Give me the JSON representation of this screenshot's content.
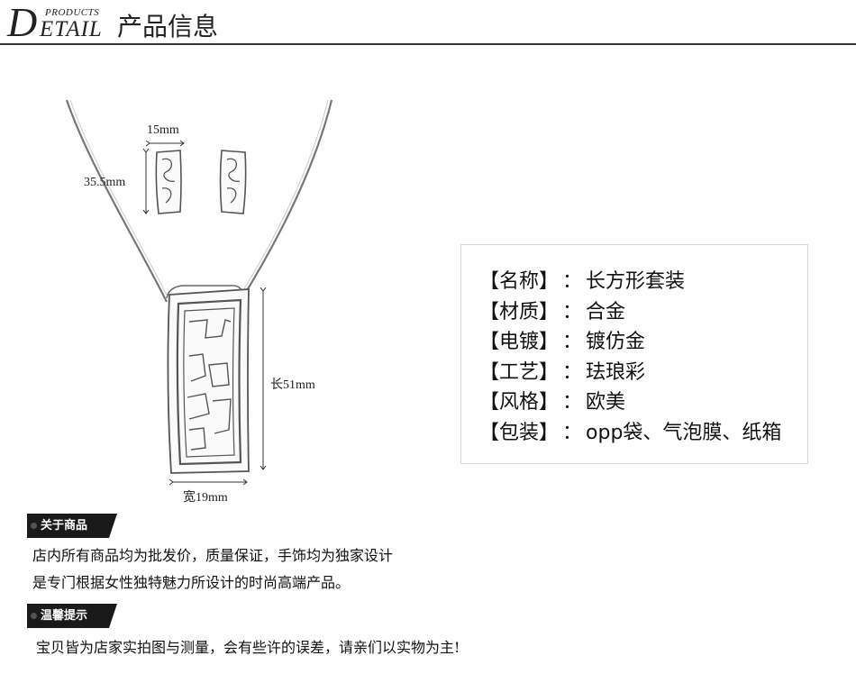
{
  "header": {
    "logo_d": "D",
    "logo_products": "PRODUCTS",
    "logo_etail": "ETAIL",
    "title": "产品信息"
  },
  "dimensions": {
    "earring_width": "15mm",
    "earring_height": "35.5mm",
    "pendant_length": "长51mm",
    "pendant_width": "宽19mm"
  },
  "specs": [
    {
      "key": "【名称】",
      "sep": "：",
      "value": "长方形套装"
    },
    {
      "key": "【材质】",
      "sep": "：",
      "value": "合金"
    },
    {
      "key": "【电镀】",
      "sep": "：",
      "value": "镀仿金"
    },
    {
      "key": "【工艺】",
      "sep": "：",
      "value": "珐琅彩"
    },
    {
      "key": "【风格】",
      "sep": "：",
      "value": "欧美"
    },
    {
      "key": "【包装】",
      "sep": "：",
      "value": "opp袋、气泡膜、纸箱"
    }
  ],
  "about": {
    "badge": "关于商品",
    "line1": "店内所有商品均为批发价，质量保证，手饰均为独家设计",
    "line2": "是专门根据女性独特魅力所设计的时尚高端产品。"
  },
  "tips": {
    "badge": "温馨提示",
    "line1": "宝贝皆为店家实拍图与测量，会有些许的误差，请亲们以实物为主!"
  },
  "colors": {
    "badge_bg": "#1a1a1a",
    "rule": "#333333",
    "box_border": "#d8d8d8"
  }
}
